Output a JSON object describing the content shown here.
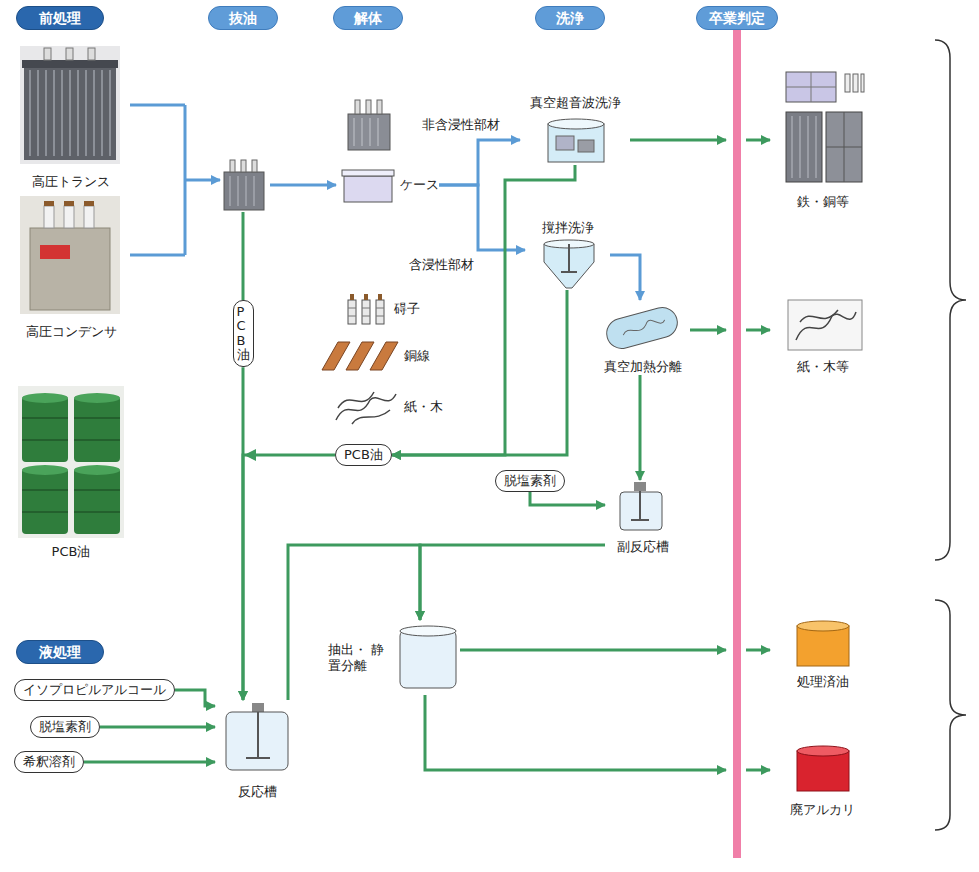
{
  "diagram": {
    "nodes": [
      {
        "text": [
          "前処理"
        ]
      },
      {
        "text": [
          "抜油"
        ]
      },
      {
        "text": [
          "解体"
        ]
      },
      {
        "text": [
          "洗浄"
        ]
      },
      {
        "text": [
          "卒業判定"
        ]
      },
      {
        "text": [
          "真空超音波洗浄"
        ]
      },
      {
        "text": [
          "鉄・銅等"
        ]
      },
      {
        "text": [
          "高圧トランス"
        ]
      },
      {
        "text": [
          "ケース"
        ]
      },
      {
        "text": [
          "撹拌洗浄"
        ]
      },
      {
        "text": [
          "PCB油"
        ]
      },
      {
        "text": [
          "碍子"
        ]
      },
      {
        "text": [
          "銅線"
        ]
      },
      {
        "text": [
          "紙・木"
        ]
      },
      {
        "text": [
          "高圧コンデンサ"
        ]
      },
      {
        "text": [
          "PCB油"
        ]
      },
      {
        "text": [
          "真空加熱分離"
        ]
      },
      {
        "text": [
          "紙・木等"
        ]
      },
      {
        "text": [
          "脱塩素剤"
        ]
      },
      {
        "text": [
          "副反応槽"
        ]
      },
      {
        "text": [
          "PCB油"
        ]
      },
      {
        "text": [
          "液処理"
        ]
      },
      {
        "text": [
          "抽出・ 静置分離"
        ]
      },
      {
        "text": [
          "処理済油"
        ]
      },
      {
        "text": [
          "イソプロピルアルコール"
        ]
      },
      {
        "text": [
          "脱塩素剤"
        ]
      },
      {
        "text": [
          "希釈溶剤"
        ]
      },
      {
        "text": [
          "反応槽"
        ]
      },
      {
        "text": [
          "廃アルカリ"
        ]
      }
    ],
    "edges": [
      {
        "from": 8,
        "to": 5,
        "arrow": "to",
        "label": "非含浸性部材"
      },
      {
        "from": 8,
        "to": 9,
        "arrow": "to",
        "label": "含浸性部材"
      },
      {
        "from": 5,
        "to": 6,
        "arrow": "to"
      },
      {
        "from": 5,
        "to": 15,
        "arrow": "to"
      },
      {
        "from": 9,
        "to": 15,
        "arrow": "to"
      },
      {
        "from": 9,
        "to": 16,
        "arrow": "to"
      },
      {
        "from": 16,
        "to": 17,
        "arrow": "to"
      },
      {
        "from": 16,
        "to": 19,
        "arrow": "to"
      },
      {
        "from": 18,
        "to": 19,
        "arrow": "to"
      },
      {
        "from": 10,
        "to": 27,
        "arrow": "to"
      },
      {
        "from": 15,
        "to": 27,
        "arrow": "to"
      },
      {
        "from": 19,
        "to": 22,
        "arrow": "to"
      },
      {
        "from": 27,
        "to": 22,
        "arrow": "to"
      },
      {
        "from": 24,
        "to": 27,
        "arrow": "to"
      },
      {
        "from": 25,
        "to": 27,
        "arrow": "to"
      },
      {
        "from": 26,
        "to": 27,
        "arrow": "to"
      },
      {
        "from": 22,
        "to": 23,
        "arrow": "to"
      },
      {
        "from": 22,
        "to": 28,
        "arrow": "to"
      }
    ]
  }
}
